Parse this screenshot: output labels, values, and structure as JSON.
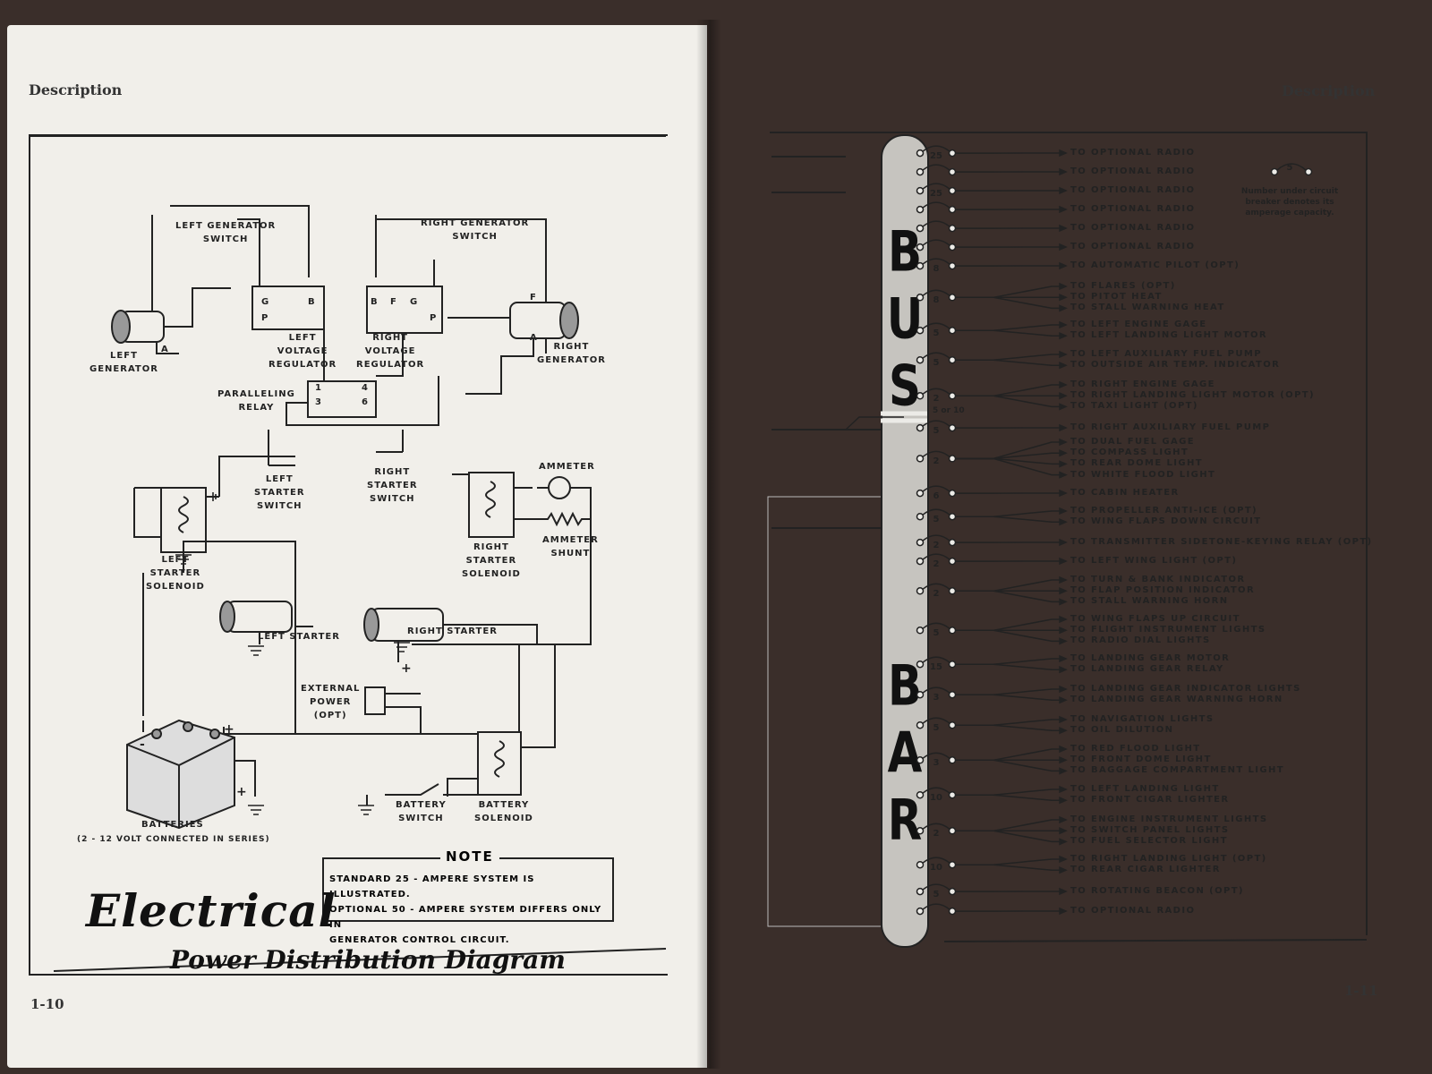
{
  "left_page": {
    "header": "Description",
    "page_number": "1-10",
    "title": "Electrical",
    "subtitle": "Power Distribution Diagram",
    "note": {
      "title": "NOTE",
      "lines": [
        "STANDARD 25 - AMPERE SYSTEM IS ILLUSTRATED.",
        "OPTIONAL 50 - AMPERE SYSTEM DIFFERS ONLY IN",
        "GENERATOR CONTROL CIRCUIT."
      ]
    },
    "components": {
      "left_generator_switch": "LEFT GENERATOR\nSWITCH",
      "right_generator_switch": "RIGHT GENERATOR\nSWITCH",
      "left_generator": "LEFT\nGENERATOR",
      "right_generator": "RIGHT\nGENERATOR",
      "left_voltage_regulator": "LEFT\nVOLTAGE\nREGULATOR",
      "right_voltage_regulator": "RIGHT\nVOLTAGE\nREGULATOR",
      "paralleling_relay": "PARALLELING\nRELAY",
      "left_starter_switch": "LEFT\nSTARTER\nSWITCH",
      "right_starter_switch": "RIGHT\nSTARTER\nSWITCH",
      "ammeter": "AMMETER",
      "ammeter_shunt": "AMMETER\nSHUNT",
      "left_starter_solenoid": "LEFT\nSTARTER\nSOLENOID",
      "right_starter_solenoid": "RIGHT\nSTARTER\nSOLENOID",
      "left_starter": "LEFT STARTER",
      "right_starter": "RIGHT STARTER",
      "external_power": "EXTERNAL\nPOWER\n(OPT)",
      "batteries": "BATTERIES",
      "batteries_note": "(2 - 12 VOLT CONNECTED IN SERIES)",
      "battery_switch": "BATTERY\nSWITCH",
      "battery_solenoid": "BATTERY\nSOLENOID"
    },
    "terminal_labels": [
      "G",
      "B",
      "P",
      "B",
      "F",
      "G",
      "P",
      "A",
      "F",
      "A",
      "1",
      "4",
      "3",
      "6",
      "+",
      "-",
      "+",
      "+"
    ]
  },
  "right_page": {
    "header": "Description",
    "page_number": "1-11",
    "bus_upper": [
      "B",
      "U",
      "S"
    ],
    "bus_lower": [
      "B",
      "A",
      "R"
    ],
    "legend_amp": "5",
    "legend_text": "Number under circuit\nbreaker denotes its\namperage capacity.",
    "split_label": "5 or 10",
    "groups": [
      {
        "amp": "25",
        "items": [
          "TO OPTIONAL RADIO"
        ]
      },
      {
        "amp": "",
        "items": [
          "TO OPTIONAL RADIO"
        ]
      },
      {
        "amp": "25",
        "items": [
          "TO OPTIONAL RADIO"
        ]
      },
      {
        "amp": "",
        "items": [
          "TO OPTIONAL RADIO"
        ]
      },
      {
        "amp": "",
        "items": [
          "TO OPTIONAL RADIO"
        ]
      },
      {
        "amp": "",
        "items": [
          "TO OPTIONAL RADIO"
        ]
      },
      {
        "amp": "8",
        "items": [
          "TO AUTOMATIC PILOT (OPT)"
        ]
      },
      {
        "amp": "8",
        "items": [
          "TO FLARES (OPT)",
          "TO PITOT HEAT",
          "TO STALL WARNING HEAT"
        ]
      },
      {
        "amp": "5",
        "items": [
          "TO LEFT ENGINE GAGE",
          "TO LEFT LANDING LIGHT MOTOR"
        ]
      },
      {
        "amp": "5",
        "items": [
          "TO LEFT AUXILIARY FUEL PUMP",
          "TO OUTSIDE AIR TEMP. INDICATOR"
        ]
      },
      {
        "amp": "2",
        "items": [
          "TO RIGHT ENGINE GAGE",
          "TO RIGHT LANDING LIGHT MOTOR (OPT)",
          "TO TAXI LIGHT (OPT)"
        ]
      },
      {
        "amp": "5",
        "items": [
          "TO RIGHT AUXILIARY FUEL PUMP"
        ]
      },
      {
        "amp": "2",
        "items": [
          "TO DUAL FUEL GAGE",
          "TO COMPASS LIGHT",
          "TO REAR DOME LIGHT",
          "TO WHITE FLOOD LIGHT"
        ]
      },
      {
        "amp": "6",
        "items": [
          "TO CABIN HEATER"
        ]
      },
      {
        "amp": "5",
        "items": [
          "TO PROPELLER ANTI-ICE (OPT)",
          "TO WING FLAPS DOWN CIRCUIT"
        ]
      },
      {
        "amp": "2",
        "items": [
          "TO TRANSMITTER SIDETONE-KEYING RELAY (OPT)"
        ]
      },
      {
        "amp": "2",
        "items": [
          "TO LEFT WING LIGHT (OPT)"
        ]
      },
      {
        "amp": "2",
        "items": [
          "TO TURN & BANK INDICATOR",
          "TO FLAP POSITION INDICATOR",
          "TO STALL WARNING HORN"
        ]
      },
      {
        "amp": "5",
        "items": [
          "TO WING FLAPS UP CIRCUIT",
          "TO FLIGHT INSTRUMENT LIGHTS",
          "TO RADIO DIAL LIGHTS"
        ]
      },
      {
        "amp": "15",
        "items": [
          "TO LANDING GEAR MOTOR",
          "TO LANDING GEAR RELAY"
        ]
      },
      {
        "amp": "3",
        "items": [
          "TO LANDING GEAR INDICATOR LIGHTS",
          "TO LANDING GEAR WARNING HORN"
        ]
      },
      {
        "amp": "5",
        "items": [
          "TO NAVIGATION LIGHTS",
          "TO OIL DILUTION"
        ]
      },
      {
        "amp": "3",
        "items": [
          "TO RED FLOOD LIGHT",
          "TO FRONT DOME LIGHT",
          "TO BAGGAGE COMPARTMENT LIGHT"
        ]
      },
      {
        "amp": "10",
        "items": [
          "TO LEFT LANDING LIGHT",
          "TO FRONT CIGAR LIGHTER"
        ]
      },
      {
        "amp": "2",
        "items": [
          "TO ENGINE INSTRUMENT LIGHTS",
          "TO SWITCH PANEL LIGHTS",
          "TO FUEL SELECTOR LIGHT"
        ]
      },
      {
        "amp": "10",
        "items": [
          "TO RIGHT LANDING LIGHT (OPT)",
          "TO REAR CIGAR LIGHTER"
        ]
      },
      {
        "amp": "5",
        "items": [
          "TO ROTATING BEACON (OPT)"
        ]
      },
      {
        "amp": "",
        "items": [
          "TO OPTIONAL RADIO"
        ]
      }
    ]
  }
}
